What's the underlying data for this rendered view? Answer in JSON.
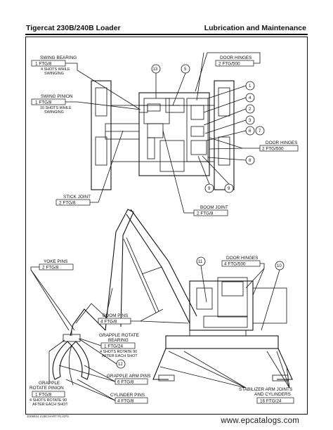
{
  "header": {
    "title": "Tigercat 230B/240B Loader",
    "section": "Lubrication and Maintenance"
  },
  "callouts": {
    "swing_bearing": {
      "title": "SWING BEARING",
      "spec": "1 FTG/8",
      "note1": "4 SHOTS WHILE",
      "note2": "SWINGING"
    },
    "swing_pinion": {
      "title": "SWING PINION",
      "spec": "1 FTG/8",
      "note1": "10 SHOTS WHILE",
      "note2": "SWINGING"
    },
    "door_hinges_top": {
      "title": "DOOR HINGES",
      "spec": "2 FTG/500"
    },
    "door_hinges_right": {
      "title": "DOOR HINGES",
      "spec": "2 FTG/500"
    },
    "stick_joint": {
      "title": "STICK JOINT",
      "spec": "2 FTG/8"
    },
    "boom_joint": {
      "title": "BOOM JOINT",
      "spec": "2 FTG/8"
    },
    "yoke_pins": {
      "title": "YOKE PINS",
      "spec": "2 FTG/8"
    },
    "door_hinges_cab": {
      "title": "DOOR HINGES",
      "spec": "4 FTG/500"
    },
    "boom_pins": {
      "title": "BOOM PINS",
      "spec": "4 FTG/8"
    },
    "grapple_rotate_bearing": {
      "title1": "GRAPPLE ROTATE",
      "title2": "BEARING",
      "spec": "1 FTG/24",
      "note1": "4 SHOTS ROTATE 90",
      "note2": "AFTER EACH SHOT"
    },
    "grapple_arm_pins": {
      "title": "GRAPPLE ARM PINS",
      "spec": "6 FTG/8"
    },
    "cylinder_pins": {
      "title": "CYLINDER PINS",
      "spec": "4 FTG/8"
    },
    "grapple_rotate_pinion": {
      "title1": "GRAPPLE",
      "title2": "ROTATE PINION",
      "spec": "1 FTG/8",
      "note1": "4 SHOTS ROTATE 90",
      "note2": "AFTER EACH SHOT"
    },
    "stabilizer": {
      "title1": "STABILIZER ARM JOINTS",
      "title2": "AND CYLINDERS",
      "spec": "16 FTG/24"
    }
  },
  "item_numbers": [
    "1",
    "2",
    "3",
    "4",
    "5",
    "6",
    "7",
    "8",
    "9",
    "10",
    "11",
    "12",
    "13"
  ],
  "footer": {
    "code": "2008824 LUBCHART R1.EPS",
    "watermark": "www.epcatalogs.com"
  }
}
